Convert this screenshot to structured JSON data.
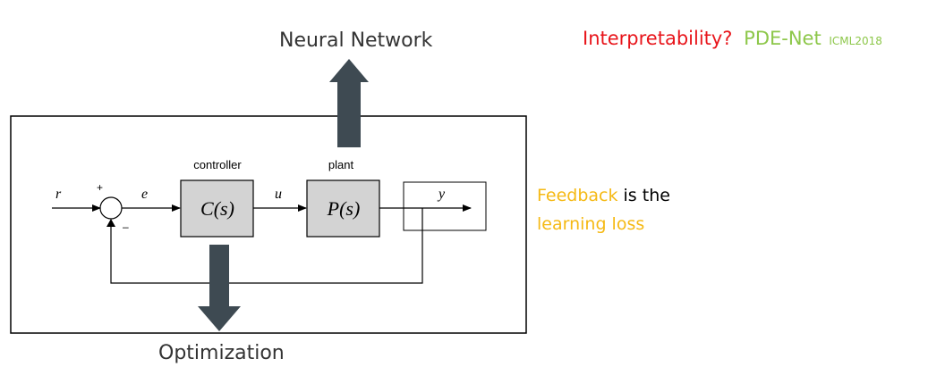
{
  "top_label": "Neural Network",
  "bottom_label": "Optimization",
  "header": {
    "question": "Interpretability?",
    "reference": "PDE-Net",
    "venue": "ICML2018"
  },
  "side_note": {
    "line1_highlight": "Feedback",
    "line1_rest": "is the",
    "line2": "learning loss"
  },
  "diagram": {
    "controller_caption": "controller",
    "plant_caption": "plant",
    "controller_block": "C(s)",
    "plant_block": "P(s)",
    "signal_r": "r",
    "signal_e": "e",
    "signal_u": "u",
    "signal_y": "y",
    "sum_plus": "+",
    "sum_minus": "–"
  },
  "colors": {
    "question": "#e8151b",
    "reference": "#8dc74a",
    "highlight": "#f5b914",
    "arrow_fill": "#3e4a52",
    "block_fill": "#d3d3d3"
  }
}
